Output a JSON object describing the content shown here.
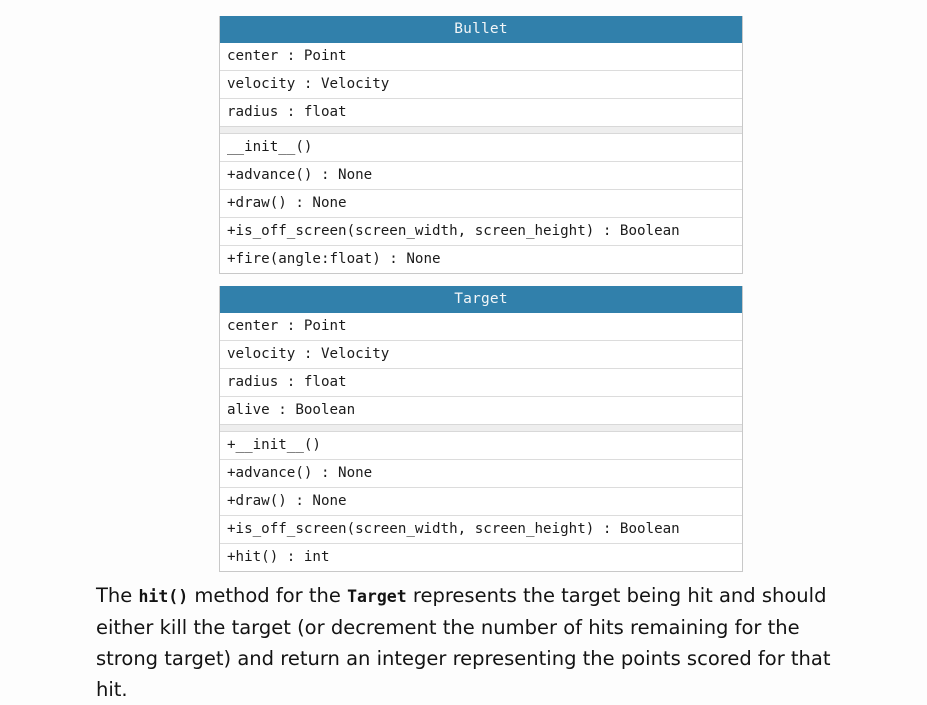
{
  "document": {
    "classes": [
      {
        "name": "Bullet",
        "attributes": [
          "center : Point",
          "velocity : Velocity",
          "radius : float"
        ],
        "methods": [
          "__init__()",
          "+advance() : None",
          "+draw() : None",
          "+is_off_screen(screen_width, screen_height) : Boolean",
          "+fire(angle:float) : None"
        ]
      },
      {
        "name": "Target",
        "attributes": [
          "center : Point",
          "velocity : Velocity",
          "radius : float",
          "alive : Boolean"
        ],
        "methods": [
          "+__init__()",
          "+advance() : None",
          "+draw() : None",
          "+is_off_screen(screen_width, screen_height) : Boolean",
          "+hit() : int"
        ]
      }
    ],
    "paragraph": {
      "part1": "The ",
      "code1": "hit()",
      "part2": " method for the ",
      "code2": "Target",
      "part3": " represents the target being hit and should either kill the target (or decrement the number of hits remaining for the strong target) and return an integer representing the points scored for that hit."
    }
  },
  "colors": {
    "header_background": "#3180ab",
    "header_text": "#f2f6f8",
    "box_border": "#c8c8c8",
    "row_divider": "#dcdcdc",
    "compartment_separator": "#eeeeee",
    "page_background": "#fdfdfd",
    "body_text": "#131313"
  }
}
